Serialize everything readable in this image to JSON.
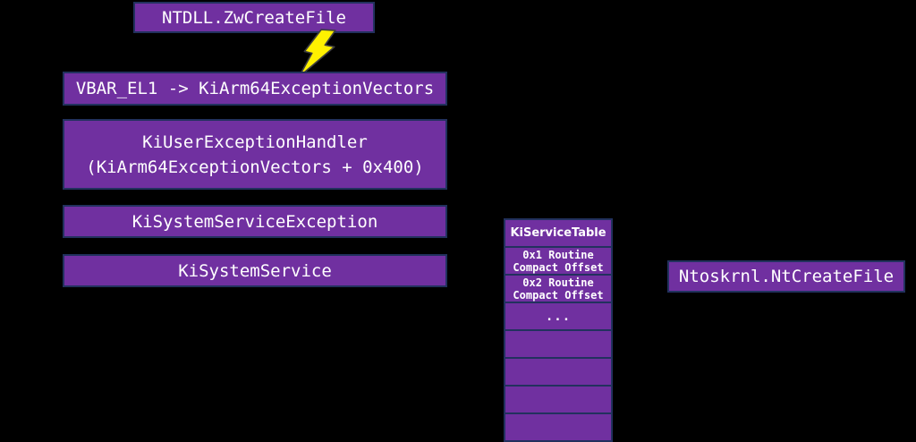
{
  "colors": {
    "background": "#000000",
    "box_fill": "#7030A0",
    "box_border": "#22315E",
    "text": "#FFFFFF",
    "bolt_fill": "#FFF100",
    "bolt_outline": "#3F3F3F"
  },
  "flow": {
    "ntdll": {
      "label": "NTDLL.ZwCreateFile"
    },
    "vbar": {
      "label": "VBAR_EL1 -> KiArm64ExceptionVectors"
    },
    "kiuser": {
      "line1": "KiUserExceptionHandler",
      "line2": "(KiArm64ExceptionVectors + 0x400)"
    },
    "kisse": {
      "label": "KiSystemServiceException"
    },
    "kiss": {
      "label": "KiSystemService"
    },
    "ntoskrnl": {
      "label": "Ntoskrnl.NtCreateFile"
    }
  },
  "service_table": {
    "header": "KiServiceTable",
    "rows": [
      {
        "line1": "0x1 Routine",
        "line2": "Compact Offset"
      },
      {
        "line1": "0x2 Routine",
        "line2": "Compact Offset"
      },
      {
        "line1": "...",
        "line2": ""
      },
      {
        "line1": "",
        "line2": ""
      },
      {
        "line1": "",
        "line2": ""
      },
      {
        "line1": "",
        "line2": ""
      },
      {
        "line1": "",
        "line2": ""
      }
    ]
  },
  "icons": {
    "bolt": "lightning-bolt"
  }
}
